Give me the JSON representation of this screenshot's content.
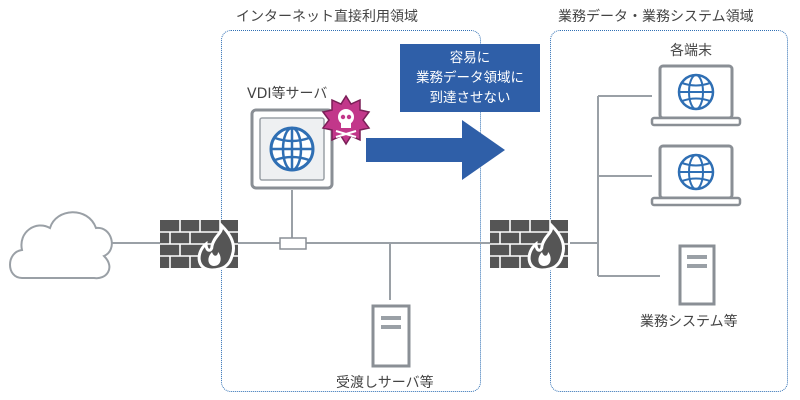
{
  "zones": {
    "internet_direct": {
      "title": "インターネット直接利用領域"
    },
    "business": {
      "title": "業務データ・業務システム領域"
    }
  },
  "nodes": {
    "vdi_server": "VDI等サーバ",
    "terminals": "各端末",
    "receive_server": "受渡しサーバ等",
    "business_system": "業務システム等"
  },
  "callout": {
    "lines": [
      "容易に",
      "業務データ領域に",
      "到達させない"
    ]
  },
  "colors": {
    "zone_border": "#2f6fb4",
    "callout_bg": "#2f5fa8",
    "arrow": "#2f5fa8",
    "globe": "#2f6fb4",
    "firewall": "#555555",
    "danger_badge": "#c2378a"
  }
}
